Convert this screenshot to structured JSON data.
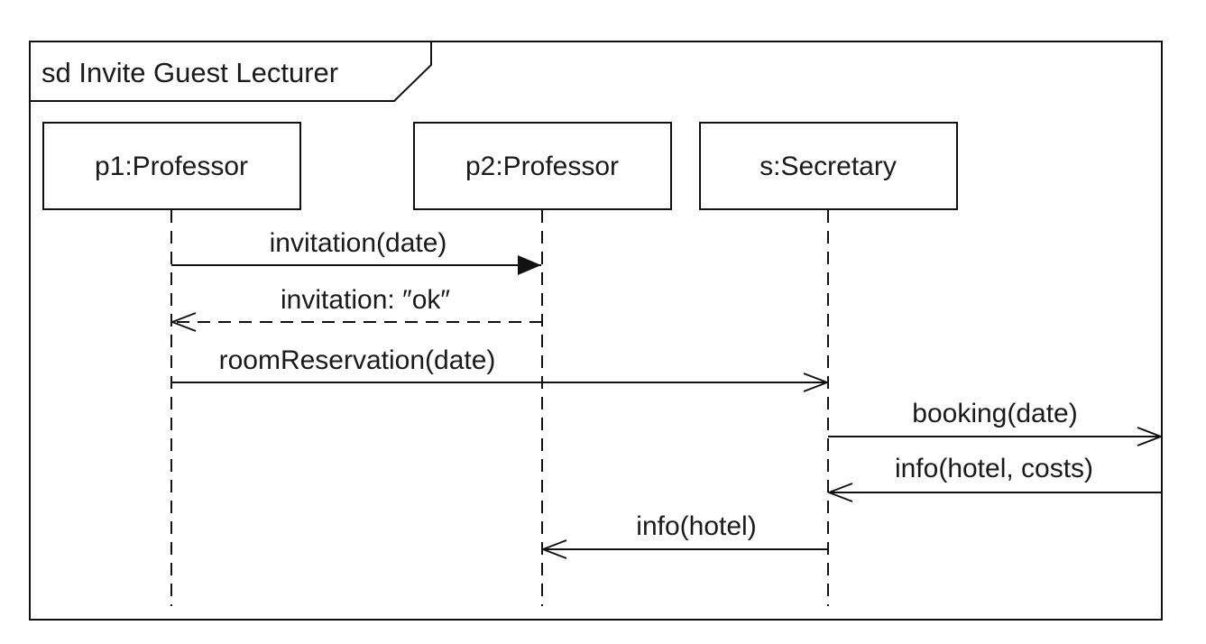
{
  "frame": {
    "title": "sd Invite Guest Lecturer"
  },
  "lifelines": [
    {
      "label": "p1:Professor"
    },
    {
      "label": "p2:Professor"
    },
    {
      "label": "s:Secretary"
    }
  ],
  "messages": [
    {
      "label": "invitation(date)",
      "from": "p1:Professor",
      "to": "p2:Professor",
      "kind": "synchronous"
    },
    {
      "label": "invitation: ″ok″",
      "from": "p2:Professor",
      "to": "p1:Professor",
      "kind": "reply"
    },
    {
      "label": "roomReservation(date)",
      "from": "p1:Professor",
      "to": "s:Secretary",
      "kind": "asynchronous"
    },
    {
      "label": "booking(date)",
      "from": "s:Secretary",
      "to": "",
      "kind": "asynchronous"
    },
    {
      "label": "info(hotel, costs)",
      "from": "",
      "to": "s:Secretary",
      "kind": "asynchronous"
    },
    {
      "label": "info(hotel)",
      "from": "s:Secretary",
      "to": "p2:Professor",
      "kind": "asynchronous"
    }
  ]
}
